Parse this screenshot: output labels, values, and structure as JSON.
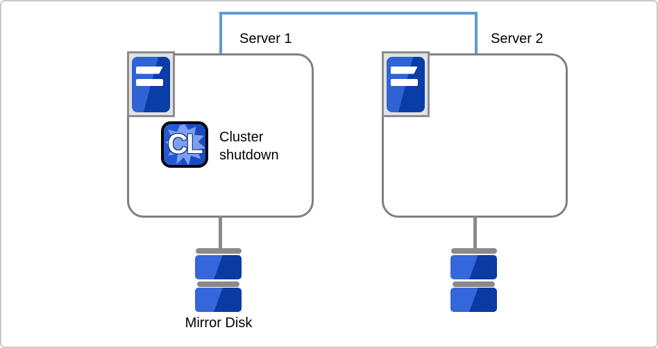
{
  "diagram": {
    "servers": [
      {
        "label": "Server 1"
      },
      {
        "label": "Server 2"
      }
    ],
    "cluster_action": {
      "icon_text": "CL",
      "line1": "Cluster",
      "line2": "shutdown"
    },
    "mirror_disk_label": "Mirror Disk"
  },
  "colors": {
    "interconnect": "#5b9bd5",
    "server_box_border": "#808080",
    "icon_frame_bg": "#e2e2e2",
    "icon_frame_border": "#8c8c8c",
    "tower_blue_light": "#2f63d6",
    "tower_blue_dark": "#0b3da6",
    "disk_blue_light": "#3566da",
    "disk_blue_dark": "#0b3aa2",
    "gray_connector": "#8a8a8a",
    "cl_icon_bg_light": "#2459d2",
    "cl_icon_bg_dark": "#1a4ac2",
    "cl_icon_blob": "#7ba0f0",
    "cl_icon_border": "#000000",
    "canvas_border": "#c9c9c9"
  }
}
